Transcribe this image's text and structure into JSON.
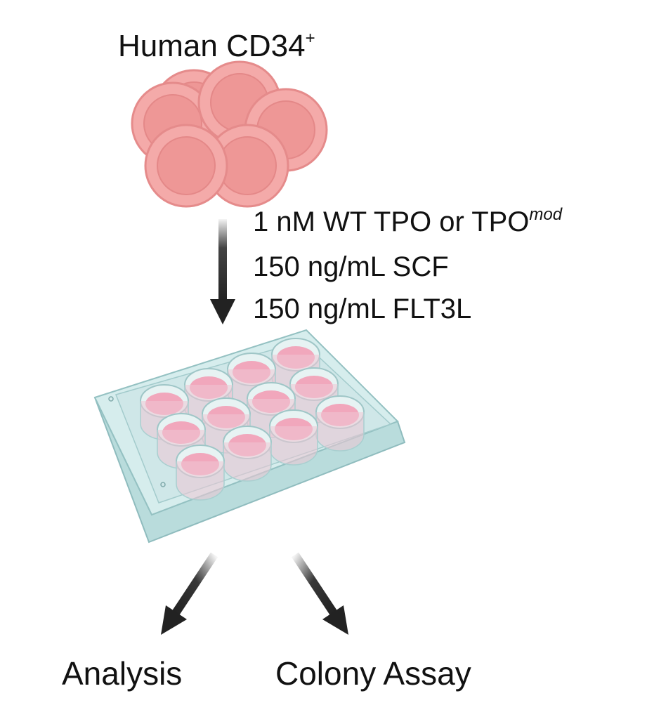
{
  "title": {
    "text": "Human CD34",
    "superscript": "+"
  },
  "conditions": [
    {
      "text": "1 nM WT TPO or TPO",
      "superscript": "mod"
    },
    {
      "text": "150 ng/mL SCF"
    },
    {
      "text": "150 ng/mL FLT3L"
    }
  ],
  "outputs": {
    "left": "Analysis",
    "right": "Colony Assay"
  },
  "colors": {
    "cell_fill": "#f3a9a9",
    "cell_rim": "#e98d8d",
    "plate": "#c9e6e6",
    "plate_edge": "#a7cfd0",
    "well_medium": "#f0a6bb",
    "arrow": "#222222"
  },
  "icons": [
    "cell-cluster-icon",
    "well-plate-icon",
    "down-arrow-icon",
    "branch-arrow-left-icon",
    "branch-arrow-right-icon"
  ]
}
